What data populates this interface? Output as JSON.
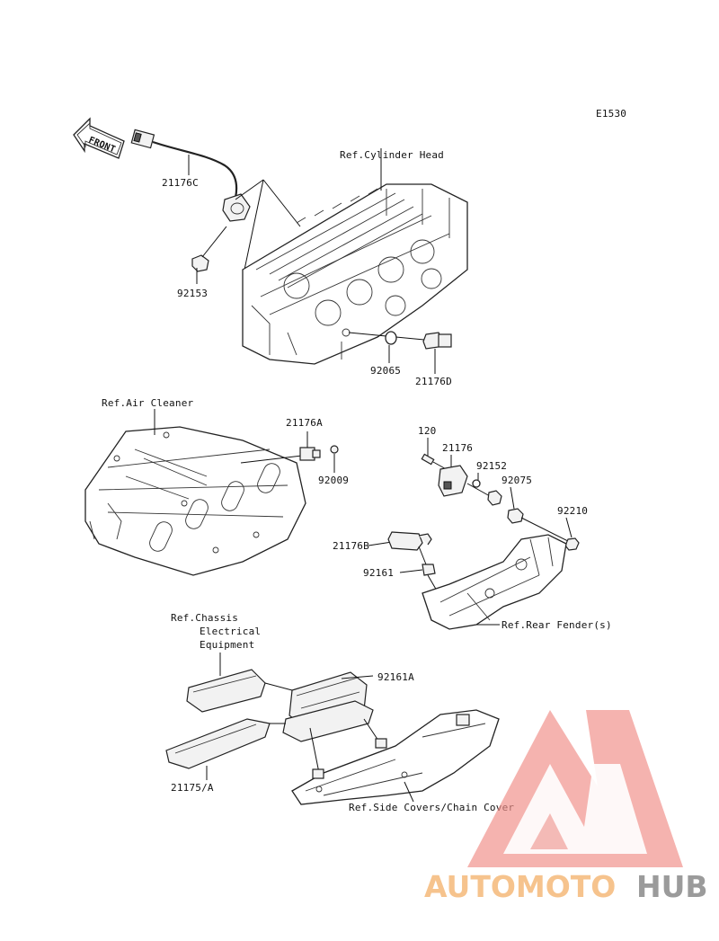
{
  "diagram_code": "E1530",
  "direction_label": "FRONT",
  "part_labels": {
    "p21176C": "21176C",
    "p92153": "92153",
    "p92065": "92065",
    "p21176D": "21176D",
    "p21176A": "21176A",
    "p92009": "92009",
    "p120": "120",
    "p21176": "21176",
    "p92152": "92152",
    "p92075": "92075",
    "p92210": "92210",
    "p21176B": "21176B",
    "p92161": "92161",
    "p92161A": "92161A",
    "p21175A": "21175/A"
  },
  "ref_labels": {
    "cylinder_head": "Ref.Cylinder Head",
    "air_cleaner": "Ref.Air Cleaner",
    "rear_fender": "Ref.Rear Fender(s)",
    "chassis_line1": "Ref.Chassis",
    "chassis_line2": "Electrical",
    "chassis_line3": "Equipment",
    "side_covers": "Ref.Side Covers/Chain Cover"
  },
  "watermark": {
    "part1": "AUTOMOTO",
    "part2": "HUB",
    "color_primary": "#f0908a",
    "color_text1": "#f5b97a",
    "color_text2": "#8a8a8a"
  }
}
